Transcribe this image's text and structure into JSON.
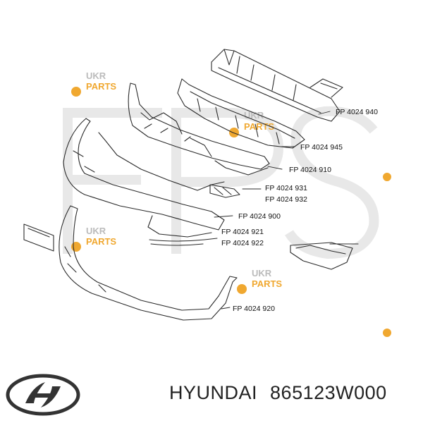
{
  "diagram": {
    "part_labels": [
      "FP 4024 940",
      "FP 4024 945",
      "FP 4024 910",
      "FP 4024 931",
      "FP 4024 932",
      "FP 4024 900",
      "FP 4024 921",
      "FP 4024 922",
      "FP 4024 920"
    ],
    "watermark": {
      "line1": "UKR",
      "line2": "PARTS",
      "background_letters": "FPS",
      "colors": {
        "accent": "#f0a830",
        "ghost": "#e8e8e8"
      }
    },
    "line_color": "#2b2b2b"
  },
  "footer": {
    "logo_name": "hyundai-logo",
    "brand": "HYUNDAI",
    "part_number": "865123W000"
  }
}
